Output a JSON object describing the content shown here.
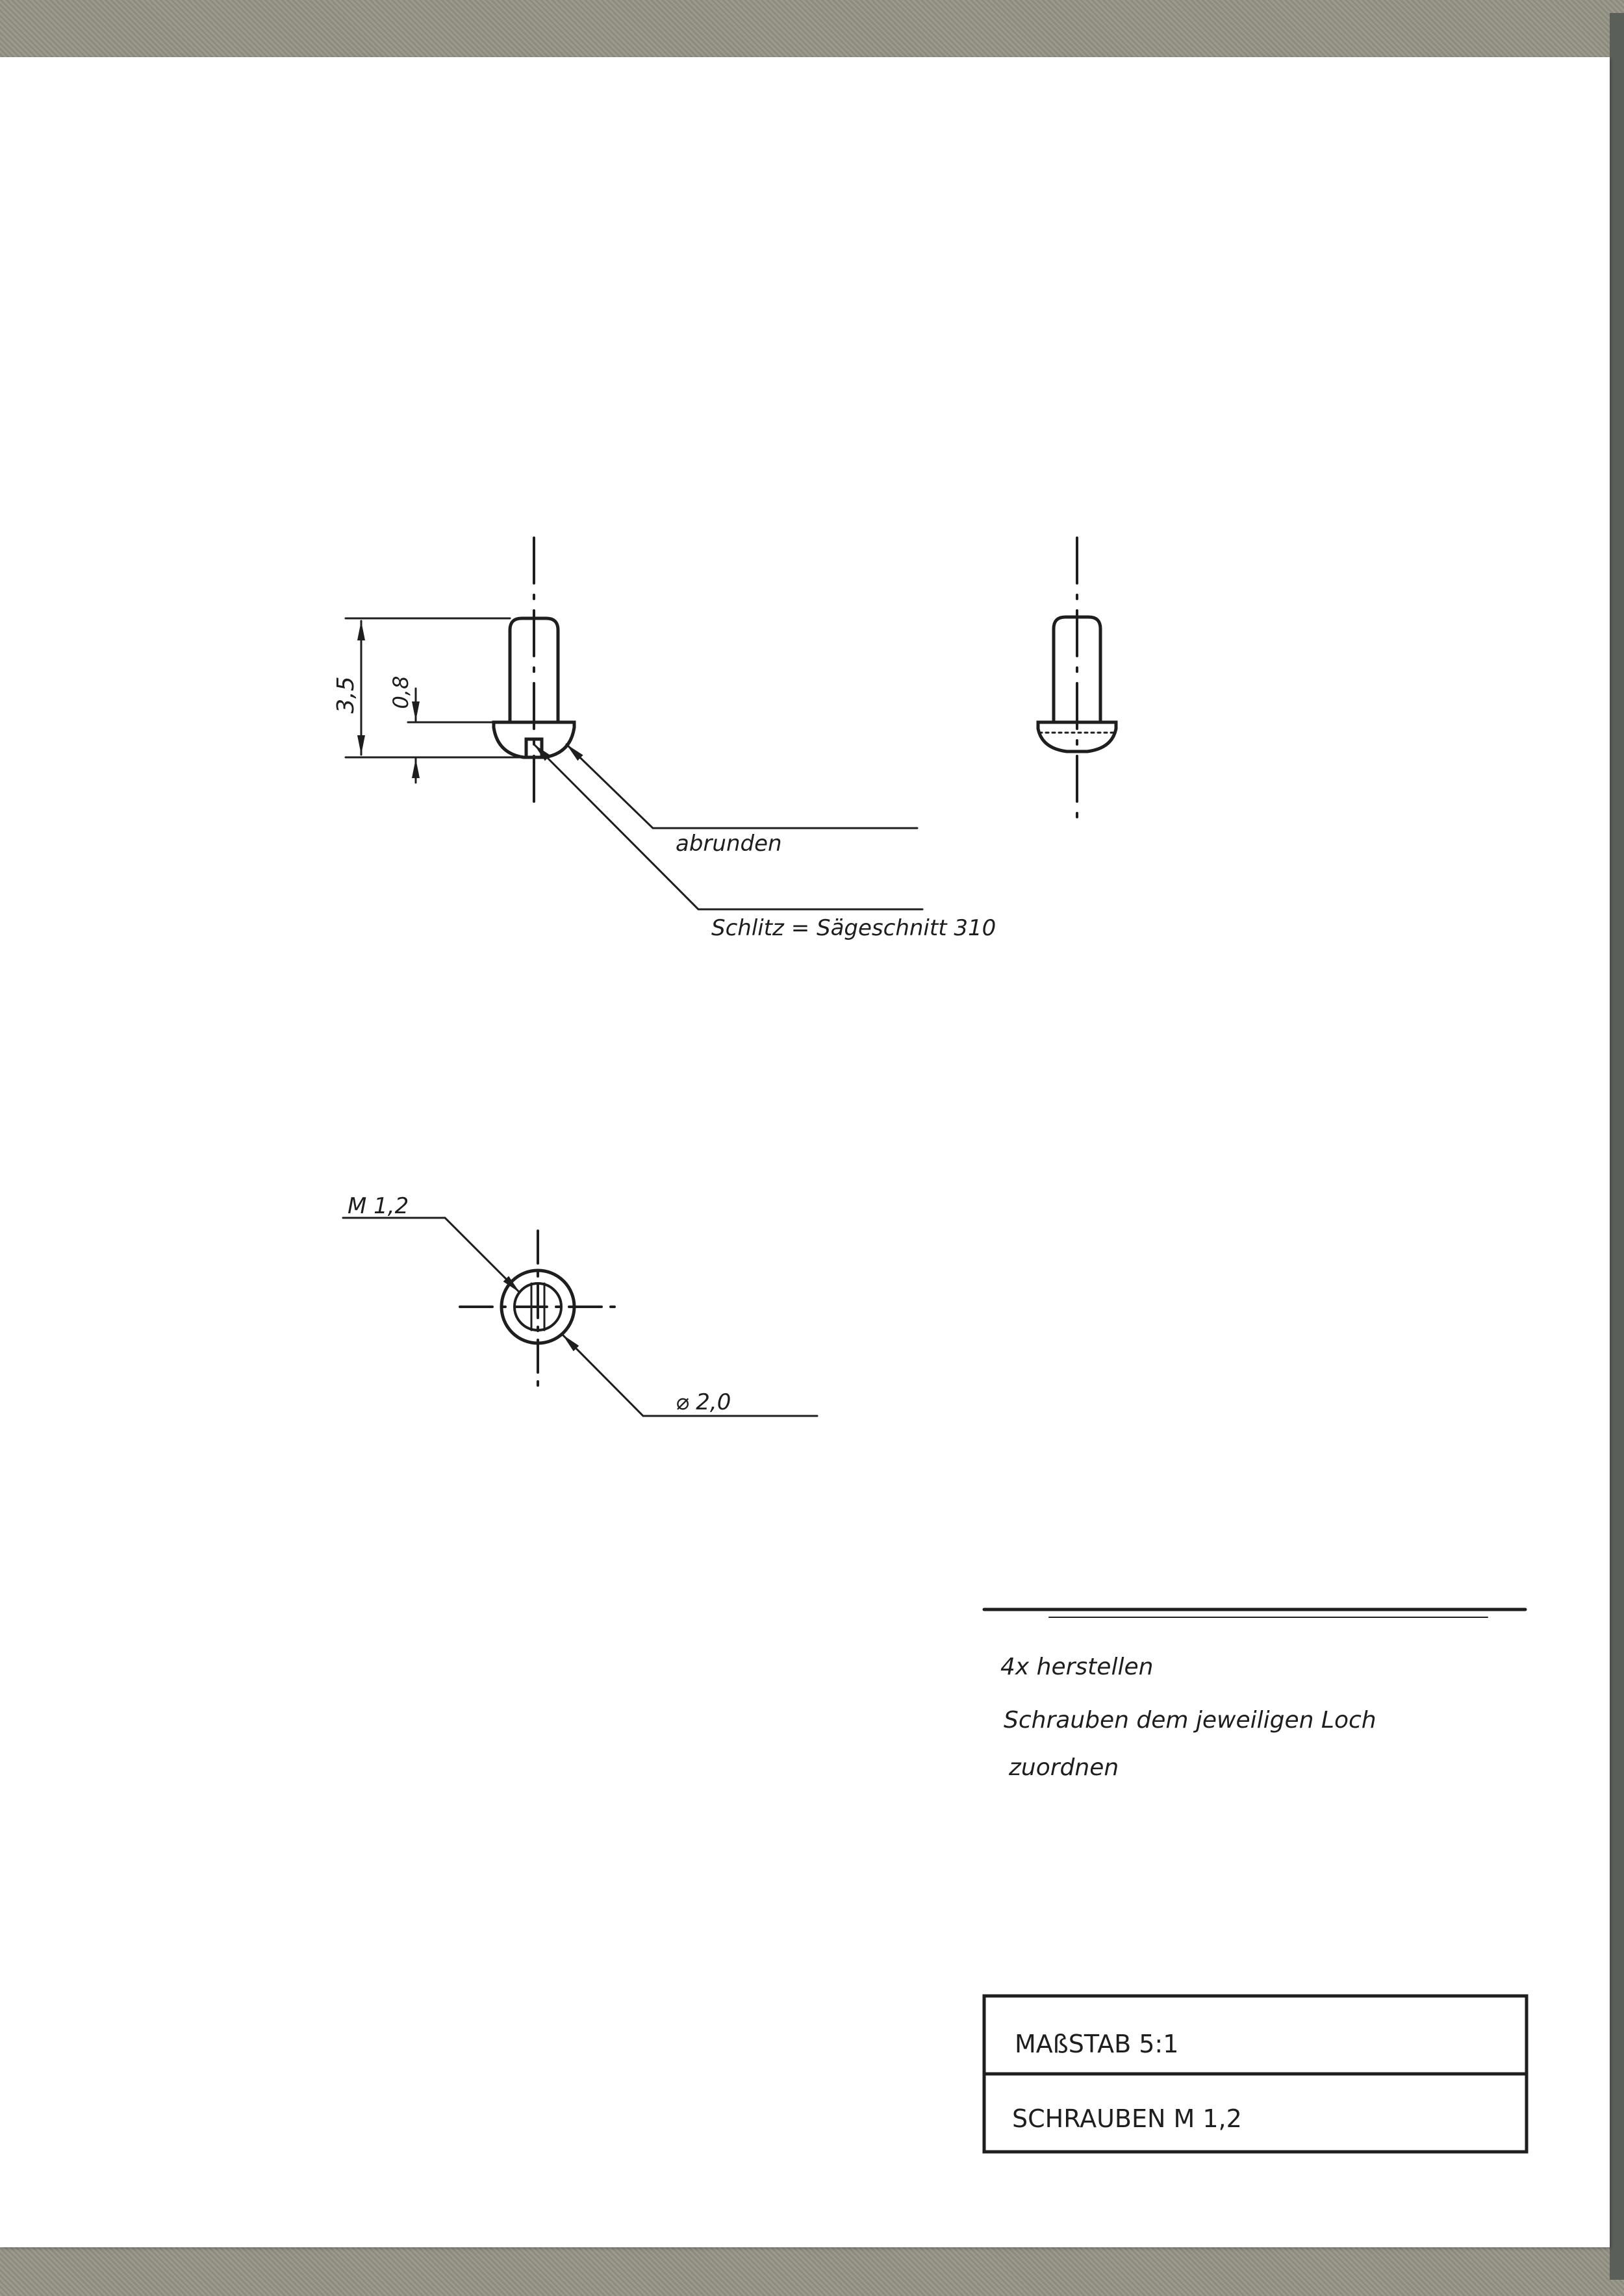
{
  "colors": {
    "ink": "#1e1e1e",
    "paper": "#ffffff",
    "background": "#8c8b7e"
  },
  "side_view": {
    "dim_total": "3,5",
    "dim_head": "0,8",
    "label_round": "abrunden",
    "label_slot": "Schlitz = Sägeschnitt 310"
  },
  "top_view": {
    "thread_label": "M 1,2",
    "diameter_label": "⌀ 2,0"
  },
  "notes": {
    "line1": "4x herstellen",
    "line2": "Schrauben dem jeweiligen Loch",
    "line3": "zuordnen"
  },
  "title_block": {
    "scale": "MAßSTAB 5:1",
    "part": "SCHRAUBEN M 1,2"
  }
}
